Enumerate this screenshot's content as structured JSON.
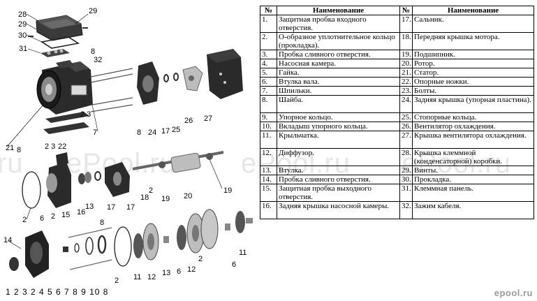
{
  "table": {
    "headers": [
      "№",
      "Наименование",
      "№",
      "Наименование"
    ],
    "rows": [
      {
        "n1": "1.",
        "t1": "Защитная пробка  входного отверстия.",
        "n2": "17.",
        "t2": "Сальник.",
        "tall": true
      },
      {
        "n1": "2.",
        "t1": "О-образное уплотнительное кольцо (прокладка).",
        "n2": "18.",
        "t2": "Передняя крышка мотора.",
        "tall": true
      },
      {
        "n1": "3.",
        "t1": "Пробка сливного отверстия.",
        "n2": "19.",
        "t2": "Подшипник.",
        "tall": false
      },
      {
        "n1": "4.",
        "t1": "Насосная камера.",
        "n2": "20.",
        "t2": "Ротор.",
        "tall": false
      },
      {
        "n1": "5.",
        "t1": "Гайка.",
        "n2": "21.",
        "t2": "Статор.",
        "tall": false
      },
      {
        "n1": "6.",
        "t1": "Втулка вала.",
        "n2": "22.",
        "t2": "Опорные ножки.",
        "tall": false
      },
      {
        "n1": "7.",
        "t1": "Шпильки.",
        "n2": "23.",
        "t2": "Болты.",
        "tall": false
      },
      {
        "n1": "8.",
        "t1": "Шайба.",
        "n2": "24.",
        "t2": "Задняя крышка (упорная пластина).",
        "tall": true
      },
      {
        "n1": "9.",
        "t1": "Упорное кольцо.",
        "n2": "25.",
        "t2": "Стопорные кольца.",
        "tall": false
      },
      {
        "n1": "10.",
        "t1": "Вкладыш упорного кольца.",
        "n2": "26.",
        "t2": "Вентилятор охлаждения.",
        "tall": false
      },
      {
        "n1": "11.",
        "t1": "Крыльчатка.",
        "n2": "27.",
        "t2": "Крышка вентилятора охлаждения.",
        "tall": true
      },
      {
        "n1": "12.",
        "t1": "Диффузор.",
        "n2": "28.",
        "t2": "Крышка клеммной (конденсаторной) коробки.",
        "tall": true
      },
      {
        "n1": "13.",
        "t1": "Втулка.",
        "n2": "29.",
        "t2": "Винты.",
        "tall": false
      },
      {
        "n1": "14.",
        "t1": "Пробка сливного отверстия.",
        "n2": "30.",
        "t2": "Прокладка.",
        "tall": false
      },
      {
        "n1": "15.",
        "t1": "Защитная пробка выходного отверстия.",
        "n2": "31.",
        "t2": "Клеммная панель.",
        "tall": true
      },
      {
        "n1": "16.",
        "t1": "Задняя крышка насосной камеры.",
        "n2": "32.",
        "t2": "Зажим кабеля.",
        "tall": true
      }
    ]
  },
  "diagram": {
    "callouts": {
      "c28": "28",
      "c29a": "29",
      "c29b": "29",
      "c30": "30",
      "c31": "31",
      "c8a": "8",
      "c32": "32",
      "c24": "24",
      "c17a": "17",
      "c25": "25",
      "c26": "26",
      "c27": "27",
      "c8b": "8",
      "c7": "7",
      "c23a": "2 3",
      "c21": "21",
      "c8c": "8",
      "c23b": "2 3",
      "c22": "22",
      "c2a": "2",
      "c6a": "6",
      "c2b": "2",
      "c15": "15",
      "c16": "16",
      "c13": "13",
      "c17b": "17",
      "c17c": "17",
      "c18": "18",
      "c2c": "2",
      "c19a": "19",
      "c20": "20",
      "c19b": "19",
      "c14": "14",
      "c8d": "8",
      "c6b": "6",
      "c2d": "2",
      "c11a": "11",
      "c12a": "12",
      "c13b": "13",
      "c6c": "6",
      "c12b": "12",
      "c2e": "2",
      "c11b": "11",
      "c6d": "6",
      "bottom_row": "1 2 3 2 4 5 6 7 8 9 10 8"
    }
  },
  "watermark": {
    "text1": "ru",
    "text2": "ePool.ru",
    "text3": "ePool.ru",
    "text4": "ePool.ru",
    "text5": "ePool.ru"
  },
  "brand": {
    "logo": "epool.ru"
  }
}
